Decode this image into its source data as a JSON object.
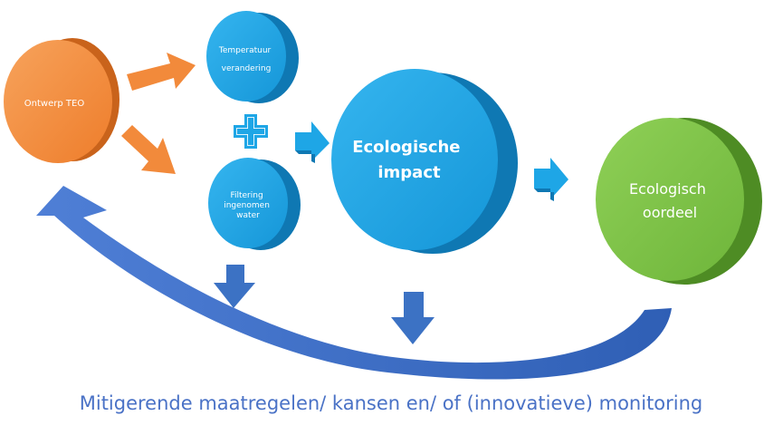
{
  "nodes": {
    "design": {
      "label": "Ontwerp TEO",
      "color": "#f28a3b"
    },
    "temperature": {
      "lines": [
        "Temperatuur",
        "verandering"
      ],
      "color": "#1ea6e6"
    },
    "filtering": {
      "lines": [
        "Filtering",
        "ingenomen",
        "water"
      ],
      "color": "#1ea6e6"
    },
    "impact": {
      "lines": [
        "Ecologische",
        "impact"
      ],
      "color": "#1ea6e6"
    },
    "judgement": {
      "lines": [
        "Ecologisch",
        "oordeel"
      ],
      "color": "#7ac043"
    }
  },
  "plus": {
    "color": "#1ea6e6"
  },
  "arrows": {
    "orange": "#f28a3b",
    "blue": "#1ea6e6",
    "down": "#3c72c4"
  },
  "caption": "Mitigerende maatregelen/ kansen en/ of (innovatieve) monitoring"
}
